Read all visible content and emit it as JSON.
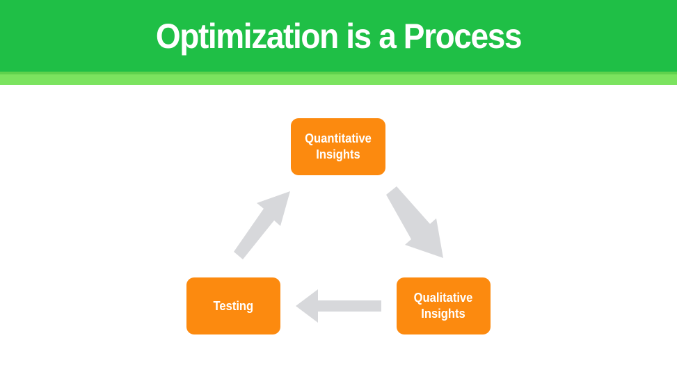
{
  "slide": {
    "title": "Optimization is a Process"
  },
  "diagram": {
    "nodes": [
      {
        "id": "quantitative",
        "label": "Quantitative\nInsights"
      },
      {
        "id": "qualitative",
        "label": "Qualitative\nInsights"
      },
      {
        "id": "testing",
        "label": "Testing"
      }
    ],
    "edges": [
      {
        "from": "quantitative",
        "to": "qualitative"
      },
      {
        "from": "qualitative",
        "to": "testing"
      },
      {
        "from": "testing",
        "to": "quantitative"
      }
    ]
  },
  "colors": {
    "header_green": "#1fbf46",
    "stripe_green": "#7be35f",
    "node_orange": "#fc8a0f",
    "arrow_gray": "#d7d8db",
    "text_white": "#ffffff"
  }
}
